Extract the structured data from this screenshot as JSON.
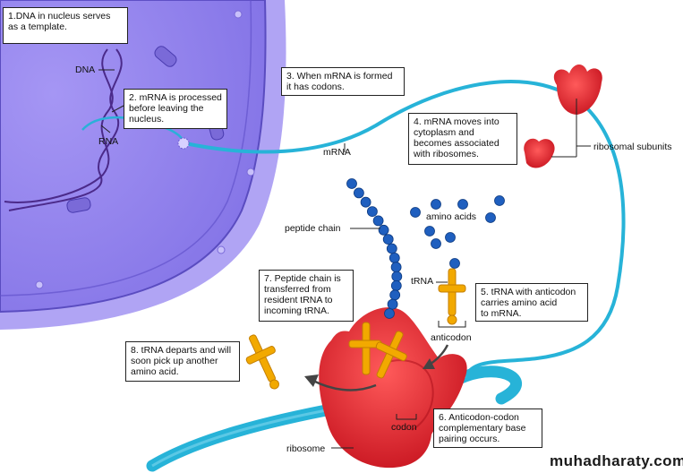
{
  "colors": {
    "nucleus": "#9b8bf0",
    "nucleus_dark": "#6f5fd8",
    "cytoplasm": "#a99cf2",
    "mrna": "#27b3d8",
    "ribosome": "#e8202c",
    "trna": "#f2a900",
    "amino_acid": "#1f5fbf"
  },
  "steps": [
    {
      "text": "1.DNA in nucleus serves\nas a template."
    },
    {
      "text": "2. mRNA is processed\nbefore leaving the\nnucleus."
    },
    {
      "text": "3. When mRNA is formed\nit has codons."
    },
    {
      "text": "4. mRNA moves into\ncytoplasm and\nbecomes associated\nwith ribosomes."
    },
    {
      "text": "5. tRNA with anticodon\ncarries amino acid\nto mRNA."
    },
    {
      "text": "6. Anticodon-codon\ncomplementary base\npairing occurs."
    },
    {
      "text": "7. Peptide chain is\ntransferred from\nresident tRNA to\nincoming tRNA."
    },
    {
      "text": "8. tRNA departs and will\nsoon pick up another\namino acid."
    }
  ],
  "labels": {
    "dna": "DNA",
    "rna": "RNA",
    "mrna": "mRNA",
    "ribosomal_subunits": "ribosomal subunits",
    "peptide_chain": "peptide chain",
    "amino_acids": "amino acids",
    "trna": "tRNA",
    "anticodon": "anticodon",
    "codon": "codon",
    "ribosome": "ribosome"
  },
  "watermark": "muhadharaty.com"
}
